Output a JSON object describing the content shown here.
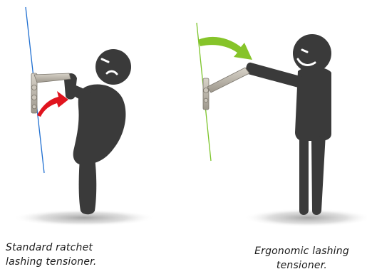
{
  "captions": {
    "left": {
      "line1": "Standard ratchet",
      "line2": "lashing tensioner."
    },
    "right": {
      "line1": "Ergonomic lashing",
      "line2": "tensioner."
    }
  },
  "colors": {
    "figure": "#3a3a3a",
    "standard_strap": "#1f6fd1",
    "ergonomic_strap": "#7cc42a",
    "standard_arrow": "#e0141e",
    "ergonomic_arrow": "#86c42a",
    "tool": "#b9b3a8",
    "shadow": "#cfcfcf"
  },
  "icons": {
    "standard_arrow": "curved-arrow-up-icon",
    "ergonomic_arrow": "curved-arrow-down-icon"
  }
}
